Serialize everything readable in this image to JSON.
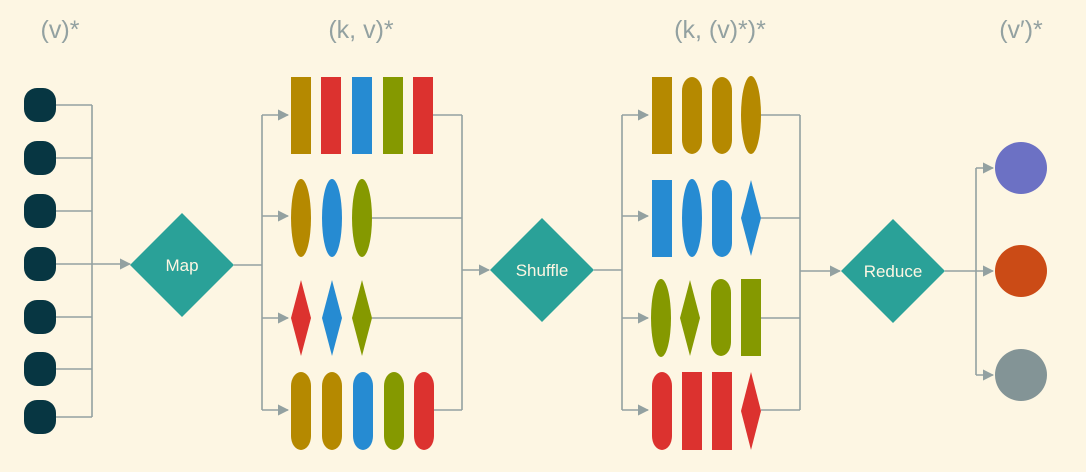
{
  "headers": {
    "input": "(v)*",
    "mapped": "(k, v)*",
    "grouped": "(k, (v)*)*",
    "output": "(v′)*"
  },
  "stages": {
    "map": "Map",
    "shuffle": "Shuffle",
    "reduce": "Reduce"
  },
  "colors": {
    "background": "#fdf6e3",
    "input_pill": "#073642",
    "node": "#2aa198",
    "wire": "#93a1a1",
    "yellow": "#b58900",
    "red": "#dc322f",
    "blue": "#268bd2",
    "green": "#859900",
    "violet": "#6c71c4",
    "orange": "#cb4b16",
    "gray": "#839496"
  },
  "input_records": 7,
  "map_output_rows": [
    [
      "yellow-bar",
      "red-bar",
      "blue-bar",
      "green-bar",
      "red-bar"
    ],
    [
      "yellow-ellipse",
      "blue-ellipse",
      "green-ellipse"
    ],
    [
      "red-diamond",
      "blue-diamond",
      "green-diamond"
    ],
    [
      "yellow-capsule",
      "yellow-capsule",
      "blue-capsule",
      "green-capsule",
      "red-capsule"
    ]
  ],
  "shuffle_output_rows": [
    [
      "yellow-bar",
      "yellow-capsule",
      "yellow-capsule",
      "yellow-ellipse"
    ],
    [
      "blue-bar",
      "blue-ellipse",
      "blue-capsule",
      "blue-diamond"
    ],
    [
      "green-ellipse",
      "green-diamond",
      "green-capsule",
      "green-bar"
    ],
    [
      "red-capsule",
      "red-bar",
      "red-bar",
      "red-diamond"
    ]
  ],
  "outputs": [
    "violet",
    "orange",
    "gray"
  ]
}
